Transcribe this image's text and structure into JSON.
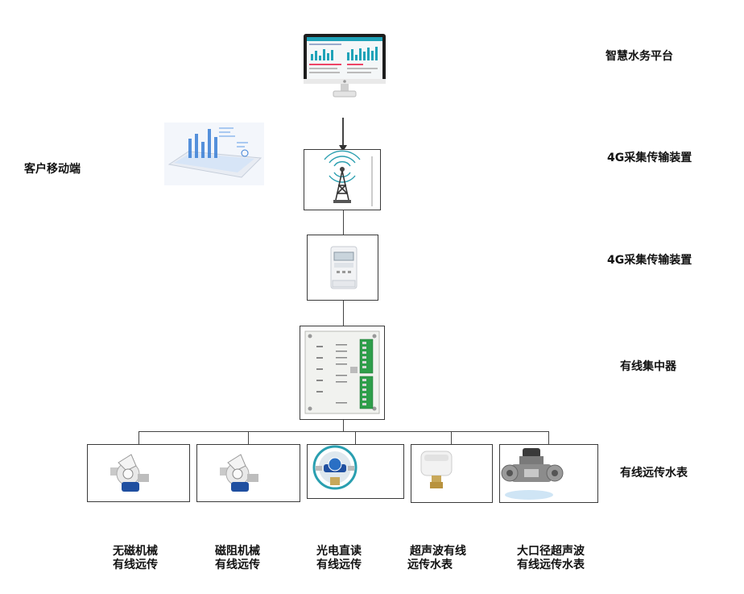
{
  "layers": {
    "platform": "智慧水务平台",
    "gateway_4g_a": "4G采集传输装置",
    "gateway_4g_b": "4G采集传输装置",
    "concentrator": "有线集中器",
    "meters": "有线远传水表",
    "mobile": "客户移动端"
  },
  "meters": [
    {
      "line1": "无磁机械",
      "line2": "有线远传"
    },
    {
      "line1": "磁阻机械",
      "line2": "有线远传"
    },
    {
      "line1": "光电直读",
      "line2": "有线远传"
    },
    {
      "line1": "超声波有线",
      "line2": "远传水表"
    },
    {
      "line1": "大口径超声波",
      "line2": "有线远传水表"
    }
  ],
  "colors": {
    "line": "#444444",
    "screen_accent": "#1fa3b8",
    "terminal_green": "#2e9e4a",
    "meter_blue": "#1f4fa0"
  }
}
